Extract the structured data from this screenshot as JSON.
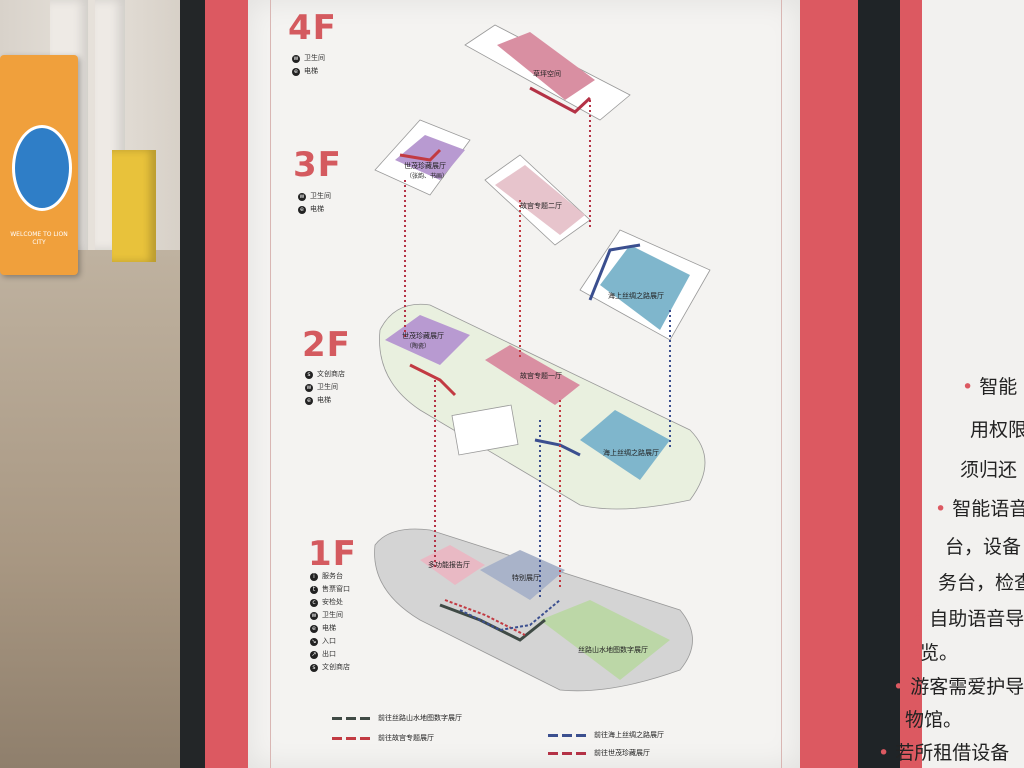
{
  "floors": {
    "f4": {
      "title": "4F",
      "legend": [
        "卫生间",
        "电梯"
      ],
      "rooms": [
        "草坪空间"
      ]
    },
    "f3": {
      "title": "3F",
      "legend": [
        "卫生间",
        "电梯"
      ],
      "rooms": [
        "世茂珍藏展厅",
        "（张韵、书画）",
        "故宫专题二厅",
        "海上丝绸之路展厅"
      ]
    },
    "f2": {
      "title": "2F",
      "legend": [
        "文创商店",
        "卫生间",
        "电梯"
      ],
      "rooms": [
        "世茂珍藏展厅",
        "（陶瓷）",
        "故宫专题一厅",
        "海上丝绸之路展厅"
      ]
    },
    "f1": {
      "title": "1F",
      "legend": [
        "服务台",
        "售票窗口",
        "安检处",
        "卫生间",
        "电梯",
        "入口",
        "出口",
        "文创商店"
      ],
      "rooms": [
        "多功能报告厅",
        "特别展厅",
        "丝路山水地图数字展厅"
      ]
    }
  },
  "routes": [
    {
      "label": "前往丝路山水地图数字展厅",
      "color": "#3f4a45"
    },
    {
      "label": "前往故宫专题展厅",
      "color": "#c23a42"
    },
    {
      "label": "前往海上丝绸之路展厅",
      "color": "#3b4f8f"
    },
    {
      "label": "前往世茂珍藏展厅",
      "color": "#b43246"
    }
  ],
  "side_panel": {
    "lines": [
      "智能",
      "用权限",
      "须归还",
      "智能语音",
      "台，设备",
      "务台，检查",
      "自助语音导",
      "览。",
      "游客需爱护导",
      "物馆。",
      "若所租借设备"
    ]
  },
  "kiosk": {
    "text": "WELCOME TO LION CITY"
  },
  "colors": {
    "accent_red": "#dc5961",
    "hall_pink": "#d98fa2",
    "hall_purple": "#b89ad1",
    "hall_blue": "#7fb6cc",
    "hall_green": "#bcd7a7"
  }
}
